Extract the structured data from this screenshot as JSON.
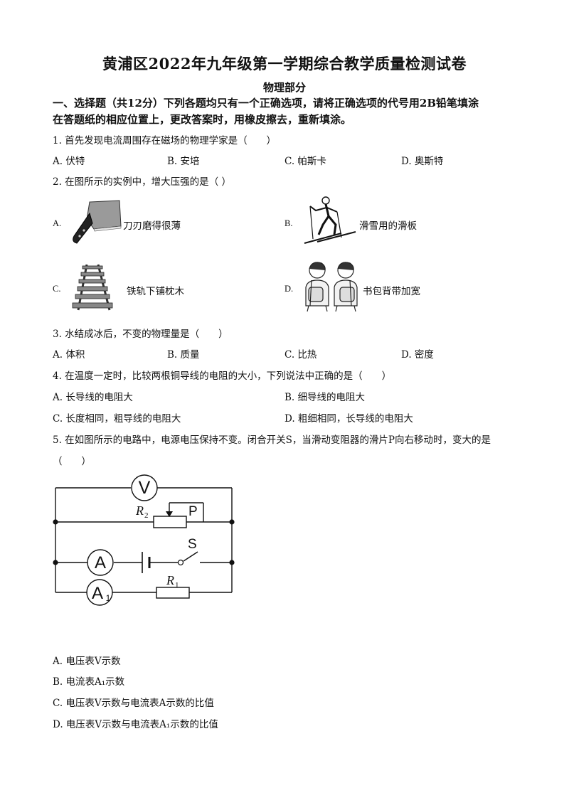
{
  "header": {
    "title": "黄浦区2022年九年级第一学期综合教学质量检测试卷",
    "subtitle": "物理部分",
    "instructions_line1": "一、选择题（共12分）下列各题均只有一个正确选项，请将正确选项的代号用2B铅笔填涂",
    "instructions_line2": "在答题纸的相应位置上，更改答案时，用橡皮擦去，重新填涂。"
  },
  "q1": {
    "stem": "1. 首先发现电流周围存在磁场的物理学家是（　　）",
    "options": [
      "A. 伏特",
      "B. 安培",
      "C. 帕斯卡",
      "D. 奥斯特"
    ]
  },
  "q2": {
    "stem": "2. 在图所示的实例中，增大压强的是（ ）",
    "options": [
      {
        "letter": "A.",
        "caption": "刀刃磨得很薄",
        "icon": "knife-icon"
      },
      {
        "letter": "B.",
        "caption": "滑雪用的滑板",
        "icon": "skier-icon"
      },
      {
        "letter": "C.",
        "caption": "铁轨下铺枕木",
        "icon": "railway-track-icon"
      },
      {
        "letter": "D.",
        "caption": "书包背带加宽",
        "icon": "schoolbag-kids-icon"
      }
    ]
  },
  "q3": {
    "stem": "3. 水结成冰后，不变的物理量是（　　）",
    "options": [
      "A. 体积",
      "B. 质量",
      "C. 比热",
      "D. 密度"
    ]
  },
  "q4": {
    "stem": "4. 在温度一定时，比较两根铜导线的电阻的大小，下列说法中正确的是（　　）",
    "options": [
      "A. 长导线的电阻大",
      "B. 细导线的电阻大",
      "C. 长度相同，粗导线的电阻大",
      "D. 粗细相同，长导线的电阻大"
    ]
  },
  "q5": {
    "stem": "5. 在如图所示的电路中，电源电压保持不变。闭合开关S，当滑动变阻器的滑片P向右移动时，变大的是",
    "stem_cont": "（　　）",
    "circuit": {
      "voltmeter": "V",
      "ammeter": "A",
      "ammeter1": "A",
      "ammeter1_sub": "1",
      "r2": "R",
      "r2_sub": "2",
      "slider": "P",
      "switch": "S",
      "r1": "R",
      "r1_sub": "1"
    },
    "options": [
      "A. 电压表V示数",
      "B. 电流表A₁示数",
      "C. 电压表V示数与电流表A示数的比值",
      "D. 电压表V示数与电流表A₁示数的比值"
    ]
  }
}
